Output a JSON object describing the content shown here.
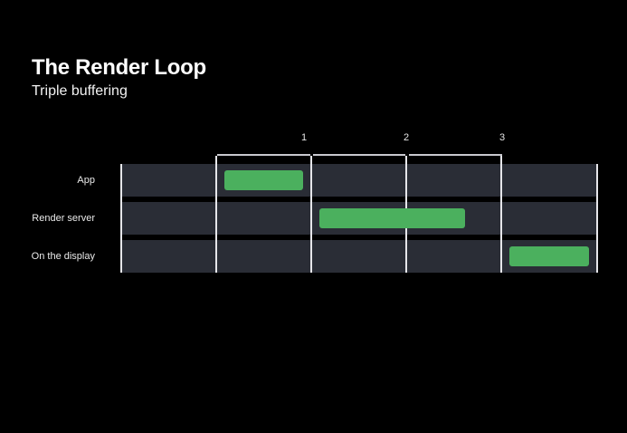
{
  "title": "The Render Loop",
  "subtitle": "Triple buffering",
  "frames": [
    "1",
    "2",
    "3"
  ],
  "rows": {
    "app": "App",
    "render_server": "Render server",
    "display": "On the display"
  },
  "colors": {
    "background": "#000000",
    "track": "#2a2d36",
    "bar": "#4bb05e",
    "divider": "#e6e6ea"
  }
}
